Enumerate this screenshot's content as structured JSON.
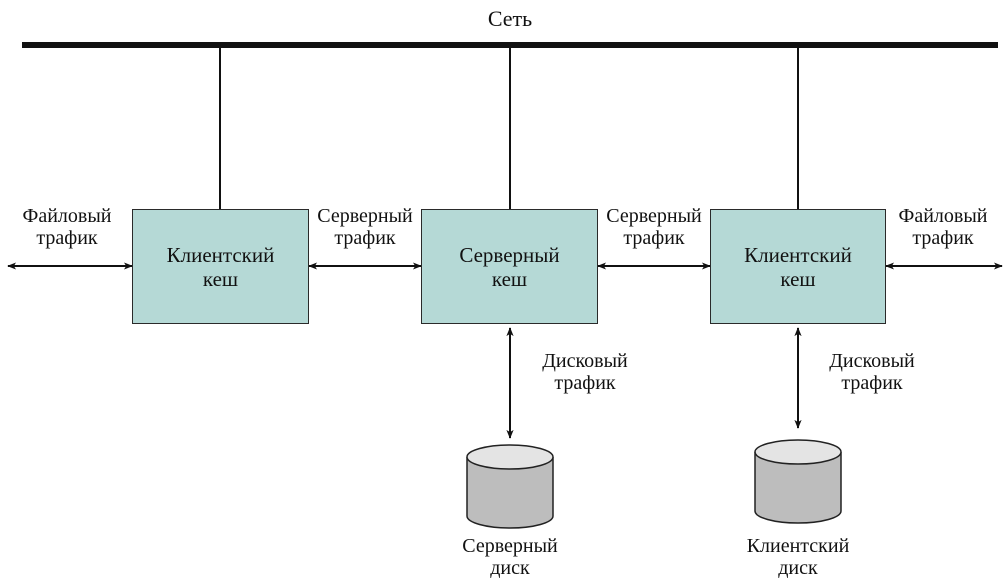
{
  "network": {
    "label": "Сеть"
  },
  "boxes": {
    "client_cache_left": {
      "line1": "Клиентский",
      "line2": "кеш"
    },
    "server_cache": {
      "line1": "Серверный",
      "line2": "кеш"
    },
    "client_cache_right": {
      "line1": "Клиентский",
      "line2": "кеш"
    }
  },
  "traffic": {
    "file_left": {
      "line1": "Файловый",
      "line2": "трафик"
    },
    "server_left": {
      "line1": "Серверный",
      "line2": "трафик"
    },
    "server_right": {
      "line1": "Серверный",
      "line2": "трафик"
    },
    "file_right": {
      "line1": "Файловый",
      "line2": "трафик"
    },
    "disk_server": {
      "line1": "Дисковый",
      "line2": "трафик"
    },
    "disk_client": {
      "line1": "Дисковый",
      "line2": "трафик"
    }
  },
  "disks": {
    "server_disk": {
      "line1": "Серверный",
      "line2": "диск"
    },
    "client_disk": {
      "line1": "Клиентский",
      "line2": "диск"
    }
  },
  "colors": {
    "box_fill": "#b5d9d6",
    "disk_top": "#e4e4e4",
    "disk_body": "#bdbdbd",
    "line": "#111111"
  }
}
